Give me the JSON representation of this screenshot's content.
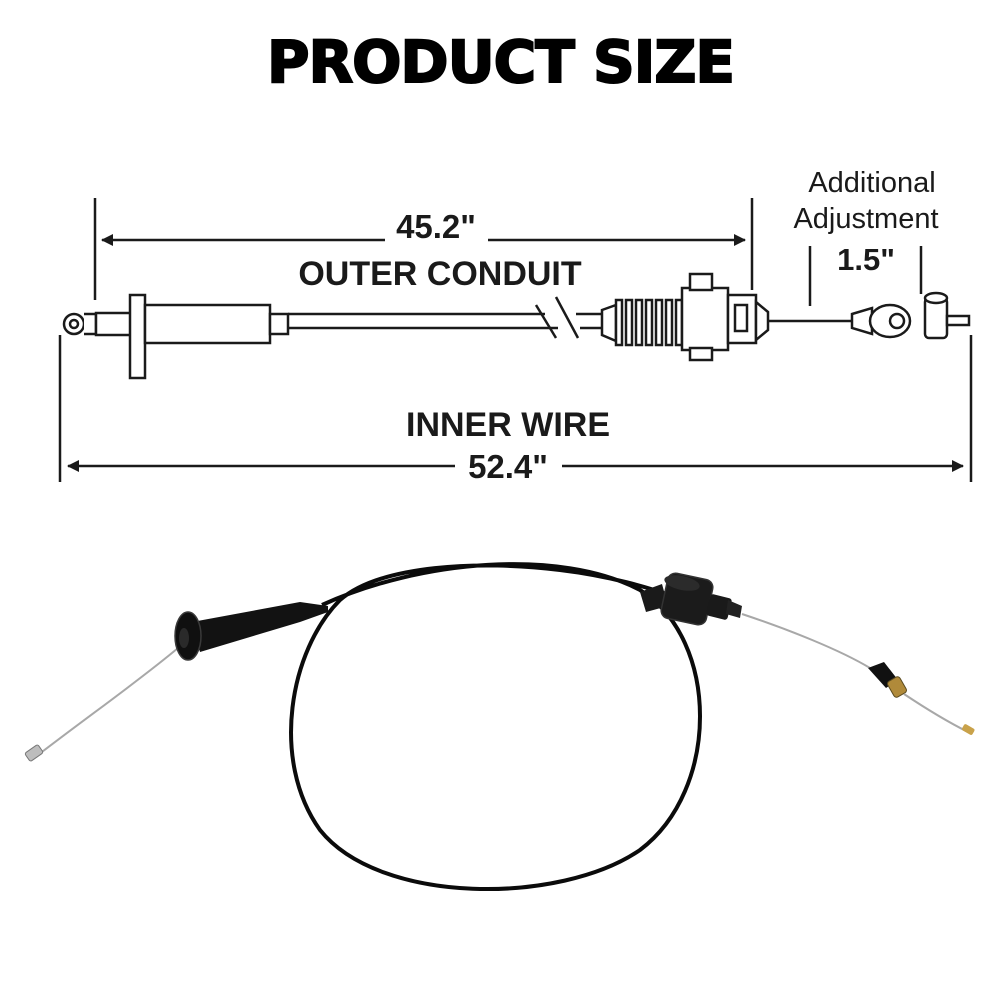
{
  "title": "PRODUCT SIZE",
  "dimensions": {
    "outer_conduit": {
      "value": "45.2\"",
      "label": "OUTER CONDUIT"
    },
    "inner_wire": {
      "value": "52.4\"",
      "label": "INNER WIRE"
    },
    "additional_adjustment": {
      "line1": "Additional",
      "line2": "Adjustment",
      "value": "1.5\""
    }
  },
  "colors": {
    "line": "#1a1a1a",
    "cable": "#0b0b0b",
    "wire": "#9a9a9a"
  }
}
